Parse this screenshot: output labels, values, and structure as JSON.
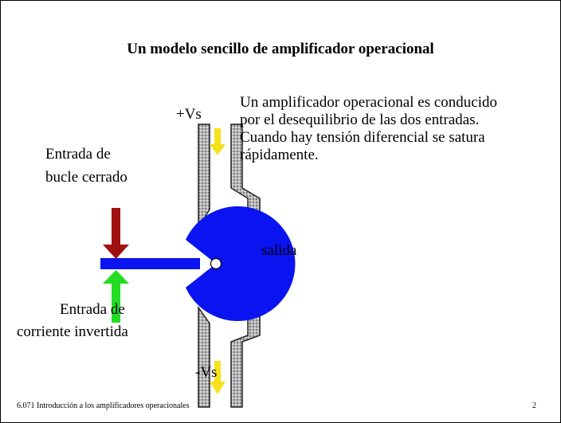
{
  "slide": {
    "title": "Un modelo sencillo de amplificador operacional",
    "description": [
      "Un amplificador operacional es conducido",
      "por el desequilibrio de las dos entradas.",
      "Cuando hay tensión diferencial se satura",
      "rápidamente."
    ],
    "labels": {
      "vs_plus": "+Vs",
      "vs_minus": "-Vs",
      "closed_loop_input": [
        "Entrada de",
        "bucle cerrado"
      ],
      "inverted_current_input": [
        "Entrada de",
        "corriente invertida"
      ],
      "output": "salida"
    },
    "footer": {
      "course": "6.071 Introducción a los amplificadores operacionales",
      "page_number": "2"
    }
  },
  "colors": {
    "blue_body": "#0a14f0",
    "red_arrow": "#a01010",
    "green_arrow": "#22dd22",
    "yellow_arrow": "#f6e21a",
    "pipe_fill": "#a8a8a8"
  }
}
